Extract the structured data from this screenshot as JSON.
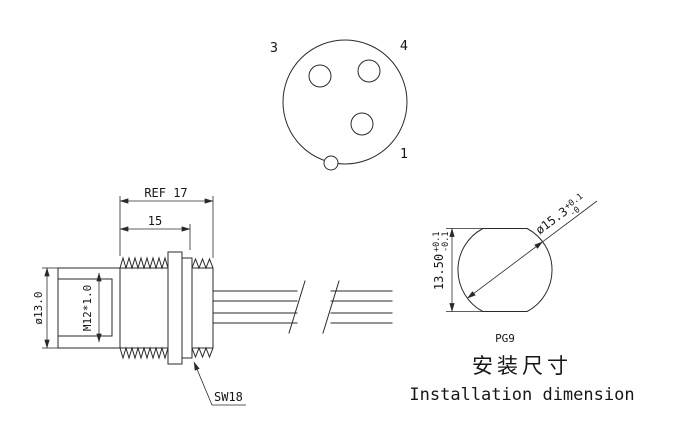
{
  "front_view": {
    "pin_3": "3",
    "pin_4": "4",
    "pin_1": "1"
  },
  "side_view": {
    "ref_length": "REF 17",
    "thread_length": "15",
    "body_diameter": "ø13.0",
    "thread_spec": "M12*1.0",
    "wrench_size": "SW18"
  },
  "mounting_view": {
    "hole_diameter": "ø15.3",
    "hole_diameter_tol_upper": "+0.1",
    "hole_diameter_tol_lower": "-0",
    "flat_width": "13.50",
    "flat_width_tol_upper": "+0.1",
    "flat_width_tol_lower": "-0.1",
    "thread_type": "PG9",
    "caption_zh": "安装尺寸",
    "caption_en": "Installation dimension"
  }
}
